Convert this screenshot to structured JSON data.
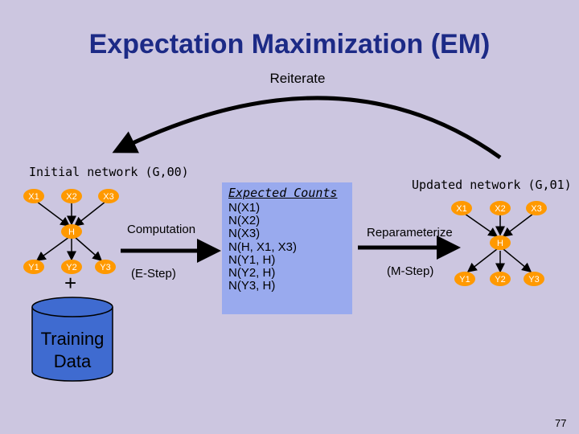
{
  "title": "Expectation Maximization (EM)",
  "reiterate": "Reiterate",
  "initial_network": {
    "label": "Initial network (G,Θ0)",
    "nodes": {
      "x1": "X1",
      "x2": "X2",
      "x3": "X3",
      "h": "H",
      "y1": "Y1",
      "y2": "Y2",
      "y3": "Y3"
    }
  },
  "updated_network": {
    "label": "Updated network (G,Θ1)",
    "nodes": {
      "x1": "X1",
      "x2": "X2",
      "x3": "X3",
      "h": "H",
      "y1": "Y1",
      "y2": "Y2",
      "y3": "Y3"
    }
  },
  "computation": "Computation",
  "e_step": "(E-Step)",
  "reparameterize": "Reparameterize",
  "m_step": "(M-Step)",
  "expected_counts": {
    "title": "Expected Counts",
    "lines": [
      "N(X1)",
      "N(X2)",
      "N(X3)",
      "N(H, X1, X3)",
      "N(Y1, H)",
      "N(Y2, H)",
      "N(Y3, H)"
    ]
  },
  "plus_sign": "+",
  "training_data": "Training Data",
  "page_number": "77",
  "colors": {
    "title": "#1c2a86",
    "background": "#ccc6e0",
    "counts_box": "#99aaee",
    "node_fill": "#ff9900"
  }
}
